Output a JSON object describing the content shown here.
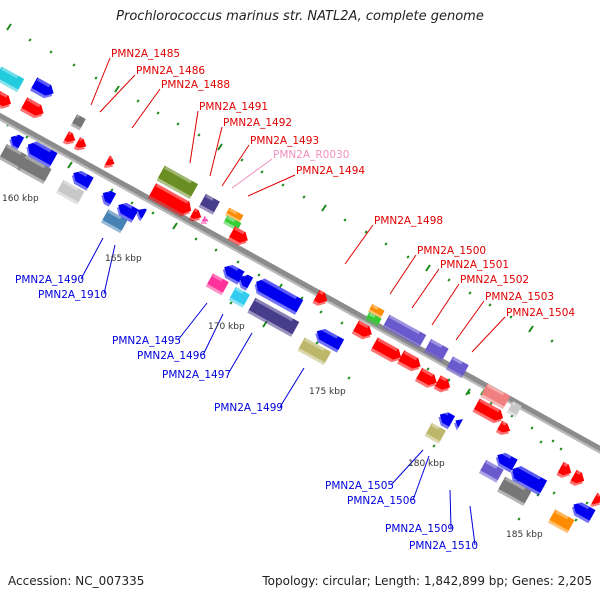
{
  "title": "Prochlorococcus marinus str. NATL2A, complete genome",
  "footer": {
    "accession": "Accession: NC_007335",
    "summary": "Topology: circular; Length: 1,842,899 bp; Genes: 2,205"
  },
  "colors": {
    "backbone": "#8c8c8c",
    "tick": "#1a8a1a",
    "label_forward": "#e00000",
    "label_reverse": "#0000dd",
    "label_rna": "#f090c0"
  },
  "scale_labels": [
    "160 kbp",
    "165 kbp",
    "170 kbp",
    "175 kbp",
    "180 kbp",
    "185 kbp"
  ],
  "forward_labels": [
    {
      "text": "PMN2A_1485",
      "kind": "forward"
    },
    {
      "text": "PMN2A_1486",
      "kind": "forward"
    },
    {
      "text": "PMN2A_1488",
      "kind": "forward"
    },
    {
      "text": "PMN2A_1491",
      "kind": "forward"
    },
    {
      "text": "PMN2A_1492",
      "kind": "forward"
    },
    {
      "text": "PMN2A_1493",
      "kind": "forward"
    },
    {
      "text": "PMN2A_R0030",
      "kind": "rna"
    },
    {
      "text": "PMN2A_1494",
      "kind": "forward"
    },
    {
      "text": "PMN2A_1498",
      "kind": "forward"
    },
    {
      "text": "PMN2A_1500",
      "kind": "forward"
    },
    {
      "text": "PMN2A_1501",
      "kind": "forward"
    },
    {
      "text": "PMN2A_1502",
      "kind": "forward"
    },
    {
      "text": "PMN2A_1503",
      "kind": "forward"
    },
    {
      "text": "PMN2A_1504",
      "kind": "forward"
    }
  ],
  "reverse_labels": [
    {
      "text": "PMN2A_1490"
    },
    {
      "text": "PMN2A_1910"
    },
    {
      "text": "PMN2A_1495"
    },
    {
      "text": "PMN2A_1496"
    },
    {
      "text": "PMN2A_1497"
    },
    {
      "text": "PMN2A_1499"
    },
    {
      "text": "PMN2A_1505"
    },
    {
      "text": "PMN2A_1506"
    },
    {
      "text": "PMN2A_1509"
    },
    {
      "text": "PMN2A_1510"
    }
  ],
  "gene_colors": {
    "red": "#ff0000",
    "blue": "#0000ee",
    "gray": "#777777",
    "lightgray": "#c8c8c8",
    "cyan": "#22ccdd",
    "olive": "#6b8e23",
    "steelblue": "#4682b4",
    "slate": "#483d8b",
    "pink": "#ff3399",
    "skyblue": "#33ccf0",
    "khaki": "#bdb76b",
    "orange": "#ff8c00",
    "green": "#33cc33",
    "mediumpurple": "#6a5acd",
    "salmon": "#f08080"
  }
}
